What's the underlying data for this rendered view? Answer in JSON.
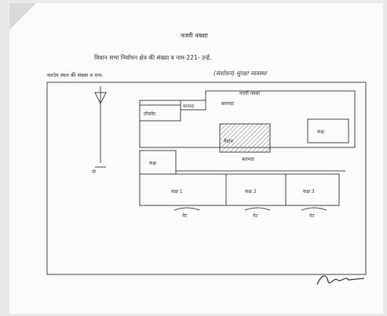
{
  "document": {
    "title": "नजरी नक्शा",
    "header_line": "विधान सभा निर्वाचन क्षेत्र की संख्या व नाम-221- उन्हें.",
    "polling_station_line": "मतदेय स्थल की संख्या व नाम-",
    "handwritten_name": "(संशोधन) सुरक्षा व्यवस्था"
  },
  "sketch": {
    "top_label": "नजरी नक्शा",
    "toilet_label": "टॉयलेट",
    "room_top_small": "बरामदा",
    "verandah_top": "बरामदा",
    "center_field": "मैदान",
    "right_room": "कक्ष",
    "left_room": "कक्ष",
    "corridor_label": "बरामदा",
    "room_labels": [
      "कक्ष 1",
      "कक्ष 2",
      "कक्ष 3"
    ],
    "door_labels": [
      "गेट",
      "गेट",
      "गेट"
    ],
    "pole_label": "पो"
  }
}
